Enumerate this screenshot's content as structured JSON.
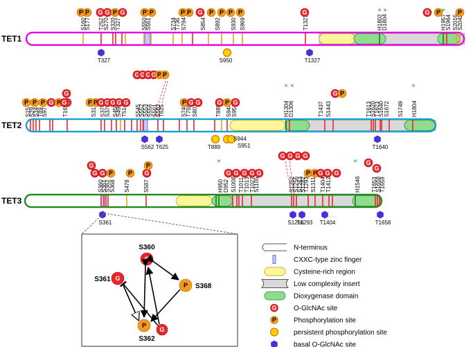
{
  "colors": {
    "tet1_border": "#e600e6",
    "tet2_border": "#1aa0d8",
    "tet3_border": "#1c8c1c",
    "cys": "#fff59a",
    "low_complex": "#d9d9d9",
    "dioxy": "#8fdc8f",
    "glcnac": "#e8262b",
    "phospho": "#f59a1b",
    "persist": "#ffd000",
    "basal": "#4a2fd8",
    "mark_red": "#e8262b",
    "mark_orange": "#f59a1b",
    "star": "#2aa12a"
  },
  "proteins": [
    {
      "name": "TET1",
      "badges": [
        {
          "type": "P"
        },
        {
          "type": "P"
        },
        {
          "type": "G"
        },
        {
          "type": "G"
        },
        {
          "type": "P"
        },
        {
          "type": "G"
        },
        {
          "type": "P"
        },
        {
          "type": "P"
        },
        {
          "type": "P"
        },
        {
          "type": "P"
        },
        {
          "type": "G"
        },
        {
          "type": "P"
        },
        {
          "type": "P"
        },
        {
          "type": "P"
        },
        {
          "type": "P"
        },
        {
          "type": "G"
        },
        {
          "type": "G"
        },
        {
          "type": "P"
        },
        {
          "type": "P"
        }
      ],
      "top_sites": [
        "S160",
        "S177",
        "T252",
        "S270",
        "S320",
        "T327",
        "S550",
        "S561",
        "S734",
        "T736",
        "S794",
        "S854",
        "S892",
        "S930",
        "S969",
        "T1327",
        "H1802",
        "D1804",
        "H1957",
        "S1964",
        "S2016",
        "S2042"
      ],
      "bottom_sites": [
        "T327",
        "S950",
        "T1327"
      ]
    },
    {
      "name": "TET2",
      "badges": [
        {
          "type": "P"
        },
        {
          "type": "P"
        },
        {
          "type": "P"
        },
        {
          "type": "G"
        },
        {
          "type": "P"
        },
        {
          "type": "G"
        },
        {
          "type": "G"
        },
        {
          "type": "G"
        },
        {
          "type": "P"
        },
        {
          "type": "P"
        },
        {
          "type": "G"
        },
        {
          "type": "G"
        },
        {
          "type": "G"
        },
        {
          "type": "G"
        },
        {
          "type": "G"
        },
        {
          "type": "G"
        },
        {
          "type": "G"
        },
        {
          "type": "G"
        },
        {
          "type": "G"
        },
        {
          "type": "P"
        },
        {
          "type": "P"
        },
        {
          "type": "P"
        },
        {
          "type": "G"
        },
        {
          "type": "G"
        },
        {
          "type": "G"
        },
        {
          "type": "P"
        },
        {
          "type": "G"
        },
        {
          "type": "G"
        },
        {
          "type": "P"
        }
      ],
      "top_sites": [
        "S15",
        "S29",
        "S34",
        "T89",
        "S97",
        "T165",
        "S317",
        "S374",
        "S376",
        "S450",
        "S499",
        "T514",
        "S545",
        "S552",
        "S553",
        "S556",
        "S561",
        "S562",
        "T625",
        "S746",
        "T755",
        "S807",
        "T889",
        "S944",
        "S951",
        "H1304",
        "D1306",
        "T1437",
        "S1443",
        "T1613",
        "S1620",
        "T1623",
        "S1640",
        "S1672",
        "S1749",
        "H1804"
      ],
      "bottom_sites": [
        "S562",
        "T625",
        "T889",
        "S944",
        "S951",
        "T1640"
      ]
    },
    {
      "name": "TET3",
      "badges": [
        {
          "type": "G"
        },
        {
          "type": "G"
        },
        {
          "type": "P"
        },
        {
          "type": "G"
        },
        {
          "type": "P"
        },
        {
          "type": "G"
        },
        {
          "type": "P"
        },
        {
          "type": "G"
        },
        {
          "type": "G"
        },
        {
          "type": "G"
        },
        {
          "type": "G"
        },
        {
          "type": "G"
        },
        {
          "type": "G"
        },
        {
          "type": "G"
        },
        {
          "type": "G"
        },
        {
          "type": "G"
        },
        {
          "type": "P"
        },
        {
          "type": "P"
        },
        {
          "type": "G"
        },
        {
          "type": "G"
        },
        {
          "type": "G"
        },
        {
          "type": "G"
        },
        {
          "type": "G"
        }
      ],
      "top_sites": [
        "S360",
        "S361",
        "S362",
        "S368",
        "S478",
        "S587",
        "H950",
        "D952",
        "S1008",
        "T1011",
        "T1013",
        "T1027",
        "S1105",
        "S1252",
        "S1256",
        "S1263",
        "S1282",
        "T1293",
        "S1311",
        "T1404",
        "T1412",
        "H1546",
        "T1653",
        "S1658",
        "T1659"
      ],
      "bottom_sites": [
        "S361",
        "S1256",
        "T1293",
        "T1404",
        "T1658"
      ]
    }
  ],
  "inset": {
    "nodes": [
      {
        "label": "S360",
        "type": "G"
      },
      {
        "label": "S361",
        "type": "G"
      },
      {
        "label": "S368",
        "type": "P"
      },
      {
        "label": "S362",
        "type": "P"
      }
    ]
  },
  "legend": [
    {
      "label": "N-terminus",
      "icon": "n-terminus"
    },
    {
      "label": "CXXC-type zinc finger",
      "icon": "cxxc"
    },
    {
      "label": "Cysteine-rich region",
      "icon": "cys"
    },
    {
      "label": "Low complexity insert",
      "icon": "low-complexity"
    },
    {
      "label": "Dioxygenase domain",
      "icon": "dioxygenase"
    },
    {
      "label": "O-GlcNAc site",
      "icon": "glcnac"
    },
    {
      "label": "Phosphorylation site",
      "icon": "phospho"
    },
    {
      "label": "persistent phosphorylation site",
      "icon": "persistent"
    },
    {
      "label": "basal O-GlcNAc site",
      "icon": "basal"
    }
  ]
}
